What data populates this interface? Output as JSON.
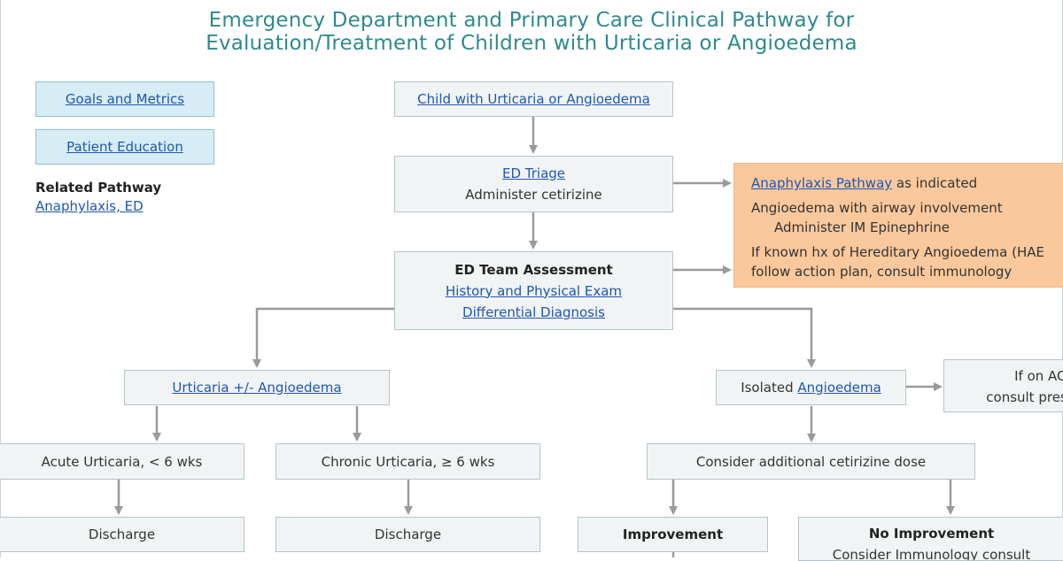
{
  "title": {
    "line1": "Emergency Department and Primary Care Clinical Pathway for",
    "line2": "Evaluation/Treatment of Children with Urticaria or Angioedema"
  },
  "sidebar": {
    "goals_link": "Goals and Metrics",
    "education_link": "Patient Education",
    "related_heading": "Related Pathway",
    "related_link": "Anaphylaxis, ED"
  },
  "flow": {
    "start": "Child with Urticaria or Angioedema",
    "triage": {
      "link": "ED Triage",
      "text": "Administer cetirizine"
    },
    "assessment": {
      "title": "ED Team Assessment",
      "link1": "History and Physical Exam",
      "link2": "Differential Diagnosis"
    },
    "anaphylaxis": {
      "link": "Anaphylaxis Pathway",
      "link_suffix": " as indicated",
      "line2": "Angioedema with airway involvement",
      "line3": "Administer IM Epinephrine",
      "line4": "If known hx of Hereditary Angioedema (HAE",
      "line5": "follow action plan, consult immunology"
    },
    "urticaria": {
      "link": "Urticaria +/- Angioedema"
    },
    "isolated": {
      "prefix": "Isolated ",
      "link": "Angioedema"
    },
    "ace": {
      "line1": "If on ACE",
      "line2": "consult presc"
    },
    "acute": "Acute Urticaria, < 6 wks",
    "chronic": "Chronic Urticaria, ≥ 6 wks",
    "cetirizine_dose": "Consider additional cetirizine dose",
    "discharge_acute": "Discharge",
    "discharge_chronic": "Discharge",
    "improvement": "Improvement",
    "no_improvement": "No Improvement",
    "no_improvement_sub": "Consider Immunology consult"
  },
  "colors": {
    "title": "#2e8a8f",
    "link": "#1e56b4",
    "box_fill": "#f1f4f5",
    "link_box_fill": "#d7edf5",
    "alert_fill": "#f9c89c",
    "connector": "#9a9a9a"
  }
}
